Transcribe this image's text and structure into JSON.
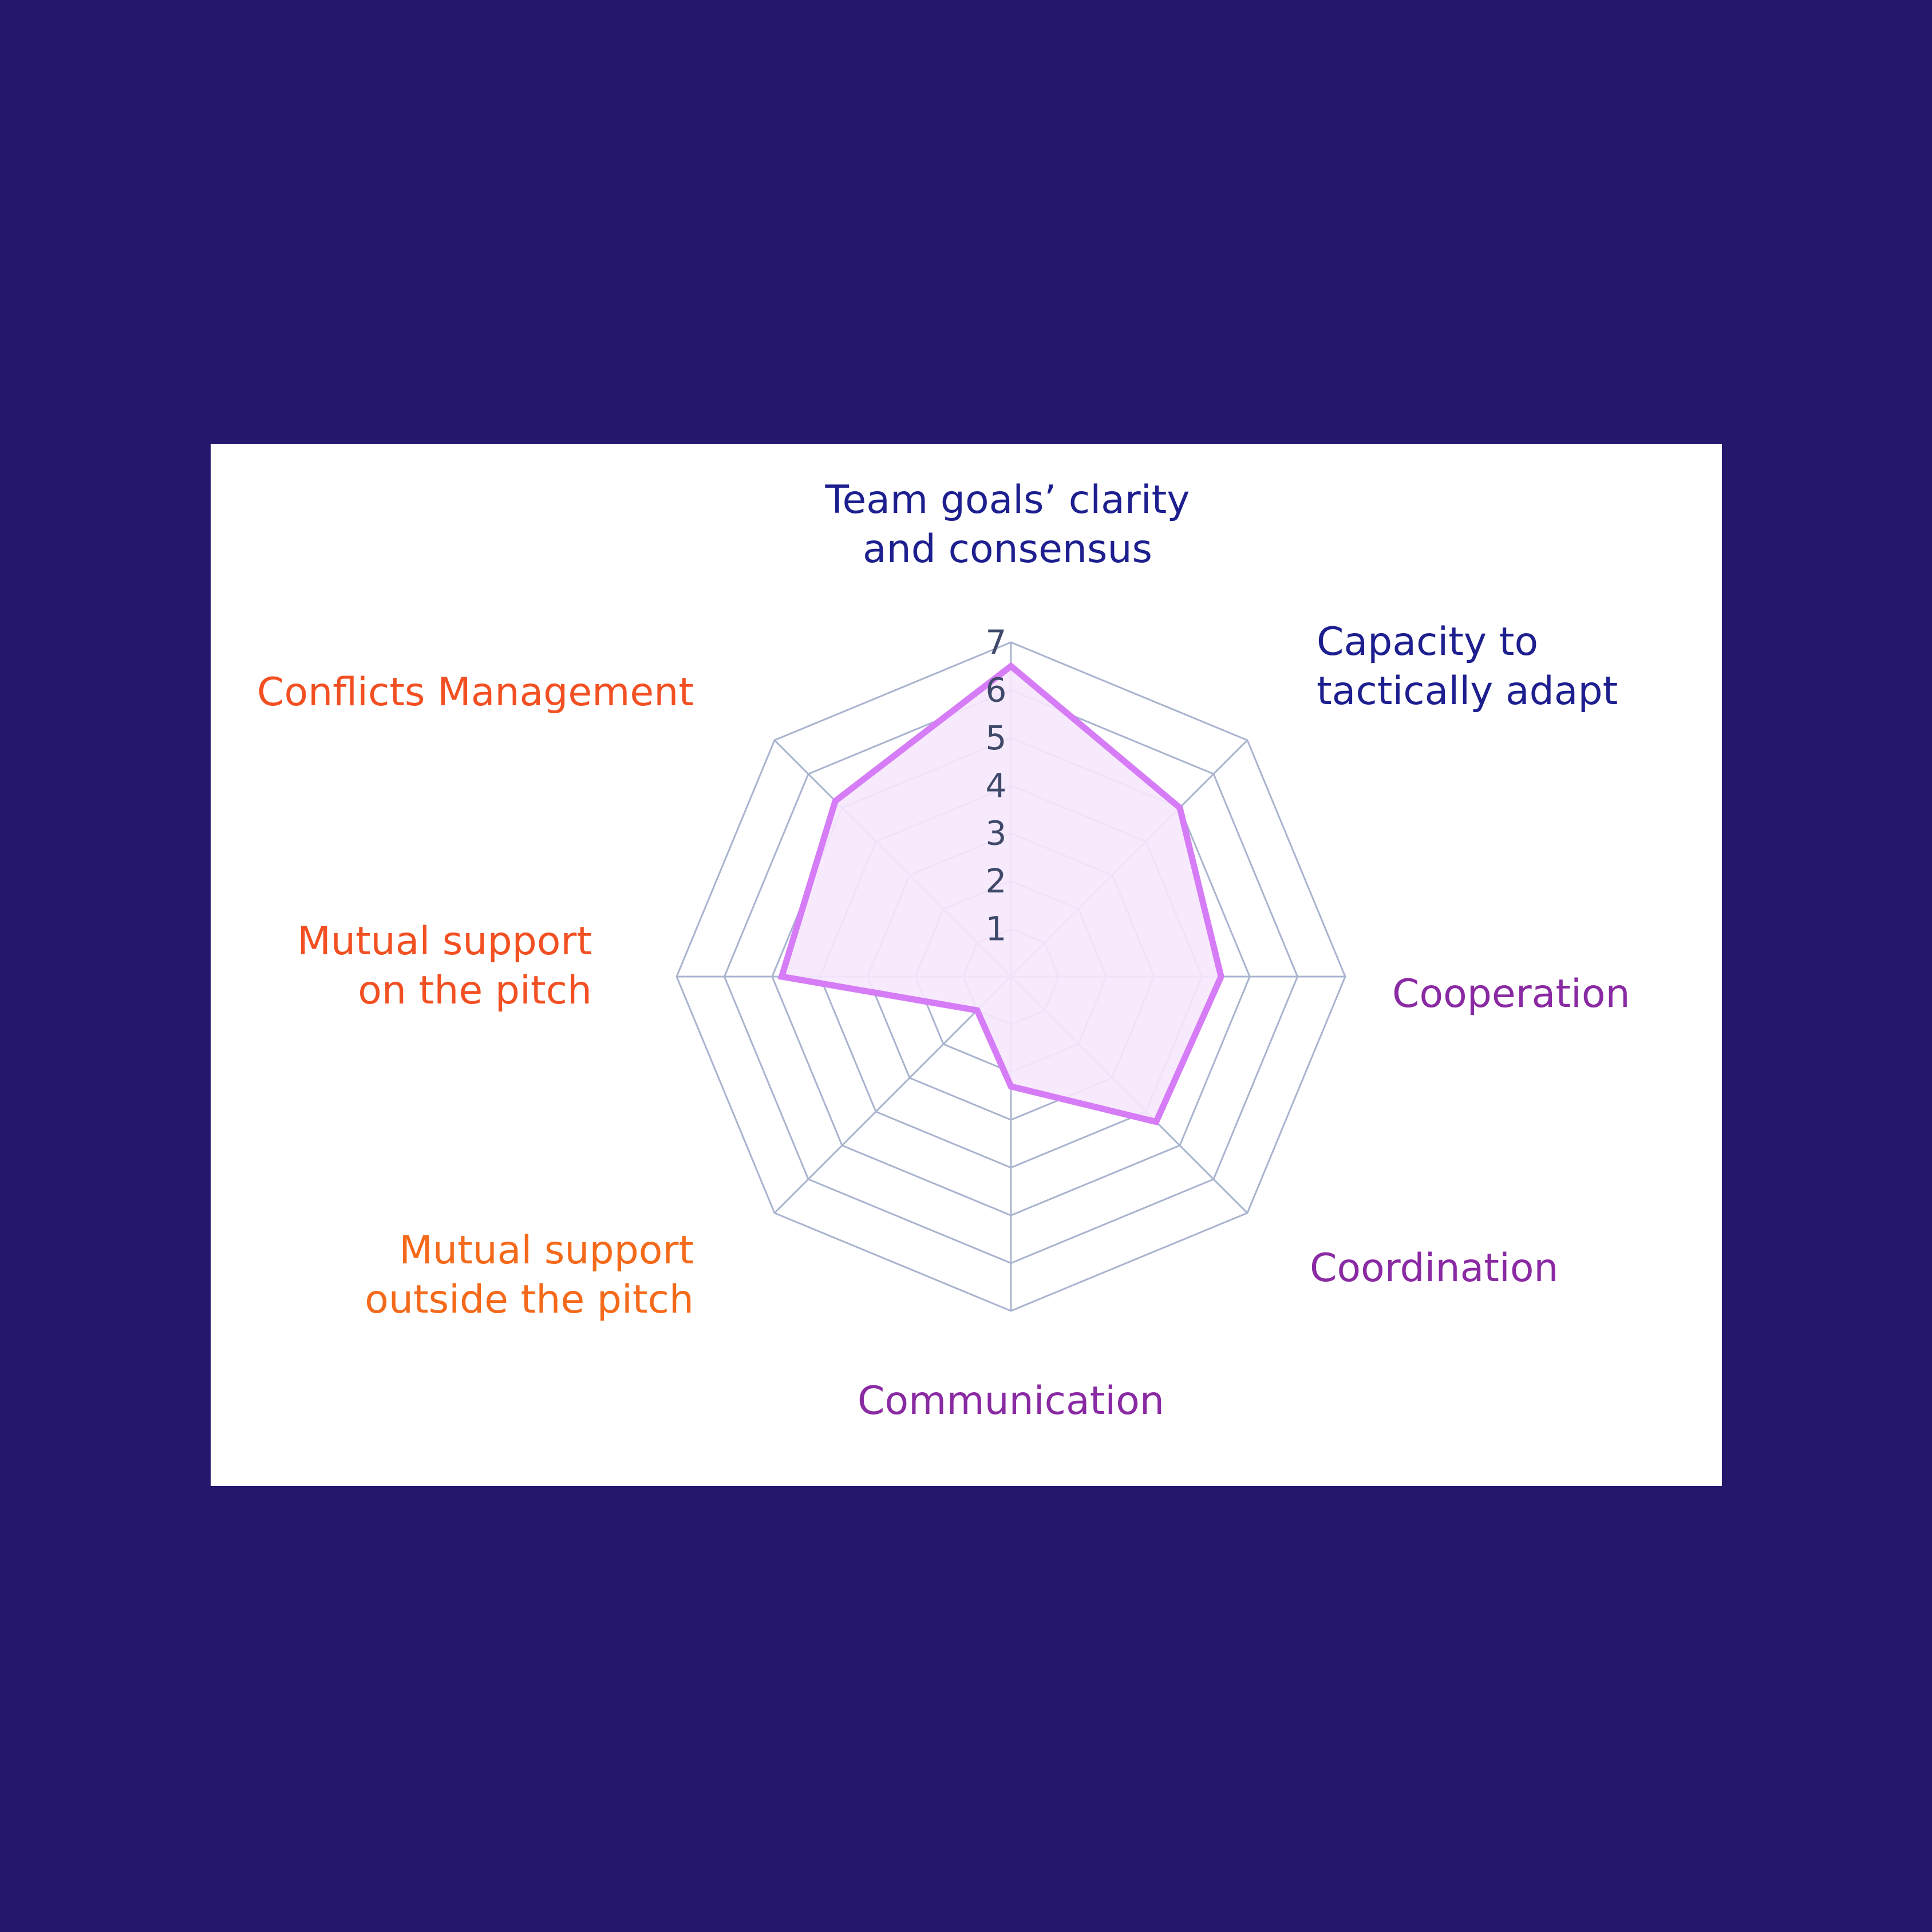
{
  "chart_data": {
    "type": "radar",
    "scale_min": 0,
    "scale_max": 7,
    "ticks": [
      "1",
      "2",
      "3",
      "4",
      "5",
      "6",
      "7"
    ],
    "grid": true,
    "axes": [
      {
        "label": [
          "Team goals’ clarity",
          "and consensus"
        ],
        "color": "#1e1f8f",
        "value": 6.5
      },
      {
        "label": [
          "Capacity to",
          "tactically adapt"
        ],
        "color": "#1e1f8f",
        "value": 5.0
      },
      {
        "label": [
          "Cooperation"
        ],
        "color": "#8a2aa3",
        "value": 4.4
      },
      {
        "label": [
          "Coordination"
        ],
        "color": "#8a2aa3",
        "value": 4.3
      },
      {
        "label": [
          "Communication"
        ],
        "color": "#8a2aa3",
        "value": 2.3
      },
      {
        "label": [
          "Mutual support",
          "outside the pitch"
        ],
        "color": "#f46a1a",
        "value": 1.0
      },
      {
        "label": [
          "Mutual support",
          "on the pitch"
        ],
        "color": "#f25022",
        "value": 4.8
      },
      {
        "label": [
          "Conflicts Management"
        ],
        "color": "#f25022",
        "value": 5.2
      }
    ],
    "series": [
      {
        "values": [
          6.5,
          5.0,
          4.4,
          4.3,
          2.3,
          1.0,
          4.8,
          5.2
        ]
      }
    ],
    "colors": {
      "grid": "#a9b4cf",
      "line": "#d57cf6",
      "fill": "#f7e8fd",
      "tick": "#3f4a6b"
    }
  }
}
